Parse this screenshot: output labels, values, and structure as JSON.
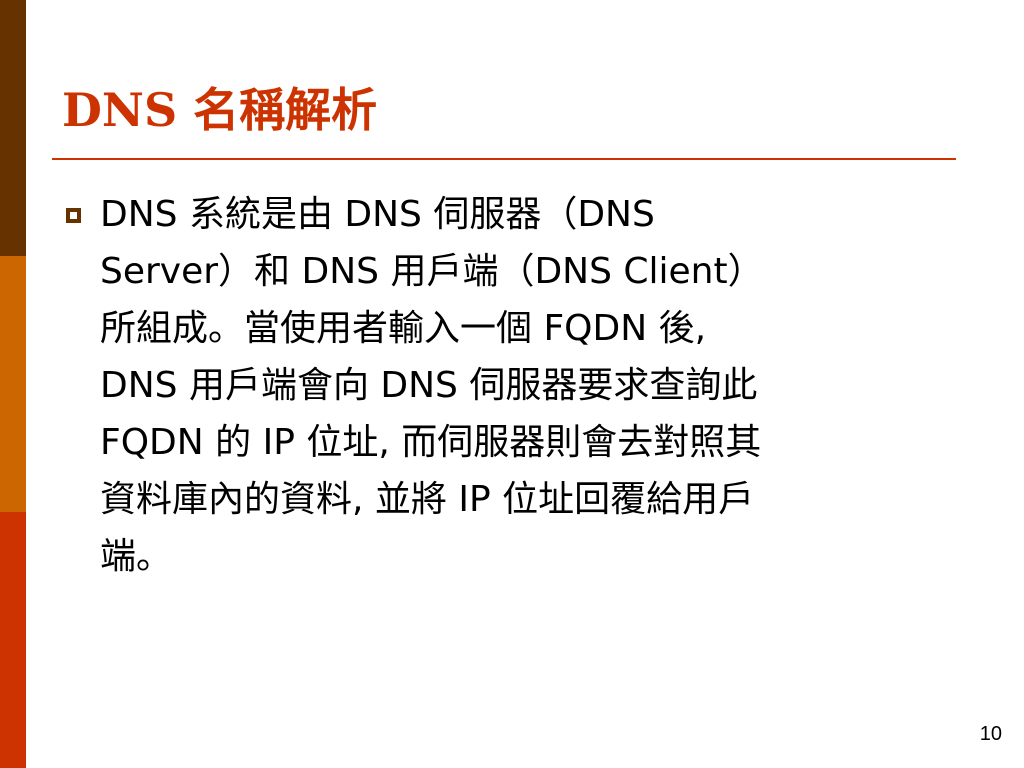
{
  "slide": {
    "title": "DNS 名稱解析",
    "bullet": {
      "icon": "square-bullet-icon",
      "lines": [
        "DNS 系統是由 DNS 伺服器（DNS",
        "Server）和 DNS 用戶端（DNS Client）",
        "所組成。當使用者輸入一個 FQDN 後,",
        "DNS 用戶端會向 DNS 伺服器要求查詢此",
        "FQDN 的 IP 位址, 而伺服器則會去對照其",
        "資料庫內的資料, 並將 IP 位址回覆給用戶",
        "端。"
      ]
    },
    "page_number": "10"
  },
  "colors": {
    "title": "#cc3300",
    "rule": "#cc3300",
    "bullet": "#663300",
    "stripe_top": "#663300",
    "stripe_middle": "#cc6600",
    "stripe_bottom": "#cc3300"
  }
}
